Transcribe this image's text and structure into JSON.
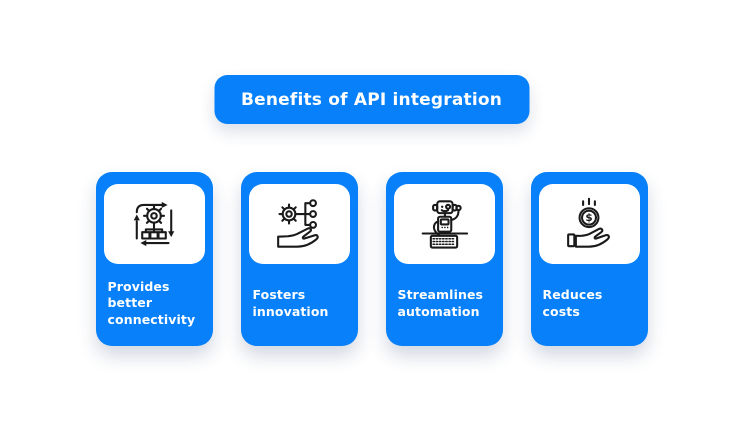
{
  "title": {
    "label": "Benefits of API integration"
  },
  "colors": {
    "accent_blue": "#0780fa",
    "text_on_blue": "#ffffff",
    "icon_stroke": "#1a1a1a",
    "background": "#ffffff"
  },
  "cards": [
    {
      "icon": "cycle-gear-flowchart-icon",
      "lines": [
        "Provides",
        "better",
        "connectivity"
      ]
    },
    {
      "icon": "hand-gear-network-icon",
      "lines": [
        "Fosters",
        "innovation"
      ]
    },
    {
      "icon": "robot-keyboard-icon",
      "lines": [
        "Streamlines",
        "automation"
      ]
    },
    {
      "icon": "hand-dollar-coin-icon",
      "coin_symbol": "$",
      "lines": [
        "Reduces",
        "costs"
      ]
    }
  ]
}
